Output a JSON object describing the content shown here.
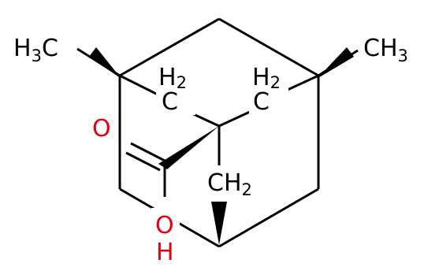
{
  "molecule": {
    "colors": {
      "carbon": "#000000",
      "oxygen": "#e8000c",
      "hydrogen": "#e8000c",
      "background": "#ffffff"
    },
    "labels": {
      "methyl_left": {
        "main": "H",
        "sub": "3",
        "tail": "C"
      },
      "methyl_right": {
        "main": "CH",
        "sub": "3"
      },
      "ch2_left": {
        "main": "H",
        "sub": "2",
        "tail": "C"
      },
      "ch2_right": {
        "main": "H",
        "sub": "2",
        "tail": "C"
      },
      "ch2_bottom": {
        "main": "CH",
        "sub": "2"
      },
      "carbonyl_oxygen": "O",
      "hydroxyl_oxygen": "O",
      "hydroxyl_hydrogen": "H"
    }
  }
}
